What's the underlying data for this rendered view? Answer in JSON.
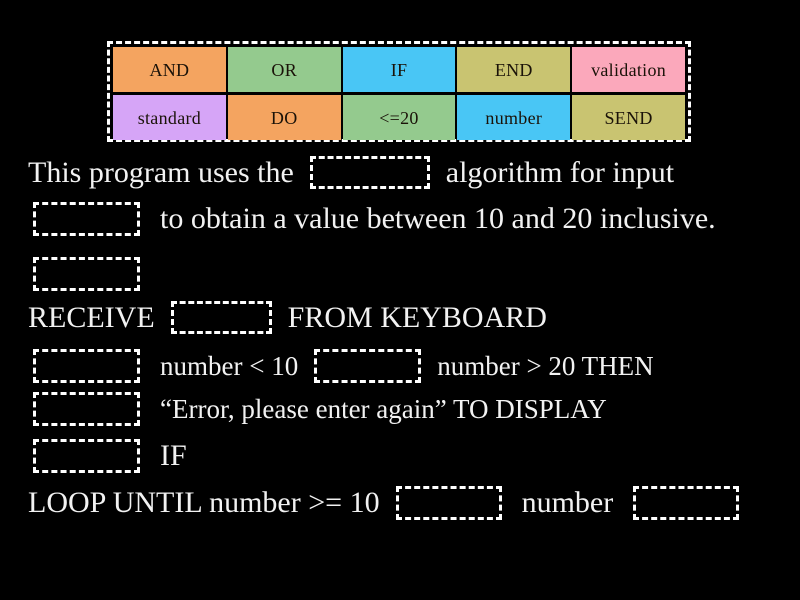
{
  "page": {
    "background_color": "#000000",
    "text_color": "#f2f2f2",
    "blank_border_color": "#ffffff"
  },
  "word_bank": {
    "name": "draggable-word-tiles",
    "rows": [
      [
        {
          "label": "AND",
          "color": "#f4a460"
        },
        {
          "label": "OR",
          "color": "#94ca8e"
        },
        {
          "label": "IF",
          "color": "#49c6f5"
        },
        {
          "label": "END",
          "color": "#c9c471"
        },
        {
          "label": "validation",
          "color": "#fba8bb"
        }
      ],
      [
        {
          "label": "standard",
          "color": "#d6a5f7"
        },
        {
          "label": "DO",
          "color": "#f4a460"
        },
        {
          "label": "<=20",
          "color": "#94ca8e"
        },
        {
          "label": "number",
          "color": "#49c6f5"
        },
        {
          "label": "SEND",
          "color": "#c9c471"
        }
      ]
    ]
  },
  "exercise": {
    "line1": {
      "before": "This program uses the",
      "blank_value": "",
      "after": "algorithm for input"
    },
    "line2": {
      "blank_value": "",
      "after": "to obtain a value between 10 and 20 inclusive."
    },
    "line3": {
      "blank_value": ""
    },
    "line4": {
      "before": "RECEIVE",
      "blank_value": "",
      "after": "FROM KEYBOARD"
    },
    "line5": {
      "blank_value_1": "",
      "mid": "number < 10",
      "blank_value_2": "",
      "after": "number > 20 THEN"
    },
    "line6": {
      "blank_value": "",
      "after": "“Error, please enter again” TO DISPLAY"
    },
    "line7": {
      "blank_value": "",
      "after": "IF"
    },
    "line8": {
      "before": "LOOP UNTIL number >= 10",
      "blank_value_1": "",
      "mid": "number",
      "blank_value_2": ""
    }
  }
}
